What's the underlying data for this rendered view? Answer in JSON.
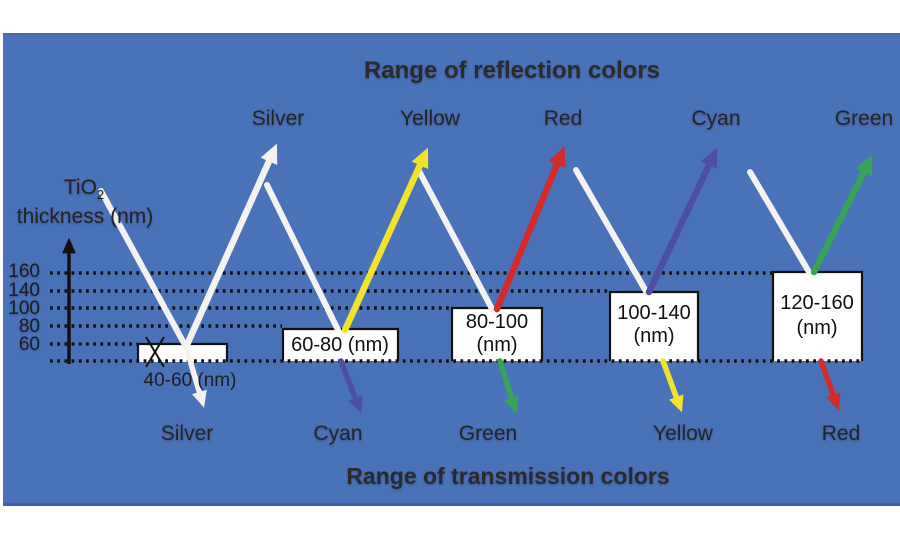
{
  "titles": {
    "reflection": "Range of reflection colors",
    "transmission": "Range of transmission colors"
  },
  "axis": {
    "material": "TiO",
    "material_sub": "2",
    "thickness_label": "thickness (nm)",
    "ticks": [
      "160",
      "140",
      "100",
      "80",
      "60"
    ]
  },
  "groups": [
    {
      "reflection": "Silver",
      "transmission": "Silver",
      "range_label": "40-60 (nm)",
      "reflection_color": "silver",
      "transmission_color": "silver"
    },
    {
      "reflection": "Yellow",
      "transmission": "Cyan",
      "range_label": "60-80 (nm)",
      "reflection_color": "yellow",
      "transmission_color": "cyan"
    },
    {
      "reflection": "Red",
      "transmission": "Green",
      "range_line1": "80-100",
      "range_line2": "(nm)",
      "reflection_color": "red",
      "transmission_color": "green"
    },
    {
      "reflection": "Cyan",
      "transmission": "Yellow",
      "range_line1": "100-140",
      "range_line2": "(nm)",
      "reflection_color": "cyan",
      "transmission_color": "yellow"
    },
    {
      "reflection": "Green",
      "transmission": "Red",
      "range_line1": "120-160",
      "range_line2": "(nm)",
      "reflection_color": "green",
      "transmission_color": "red"
    }
  ],
  "colors": {
    "background": "#4a72b8",
    "silver": "#f3f3f2",
    "yellow": "#f0e32f",
    "red": "#d42a28",
    "cyan": "#4b50a3",
    "green": "#36a357",
    "ink": "#111111",
    "text": "#2b2b2b"
  }
}
